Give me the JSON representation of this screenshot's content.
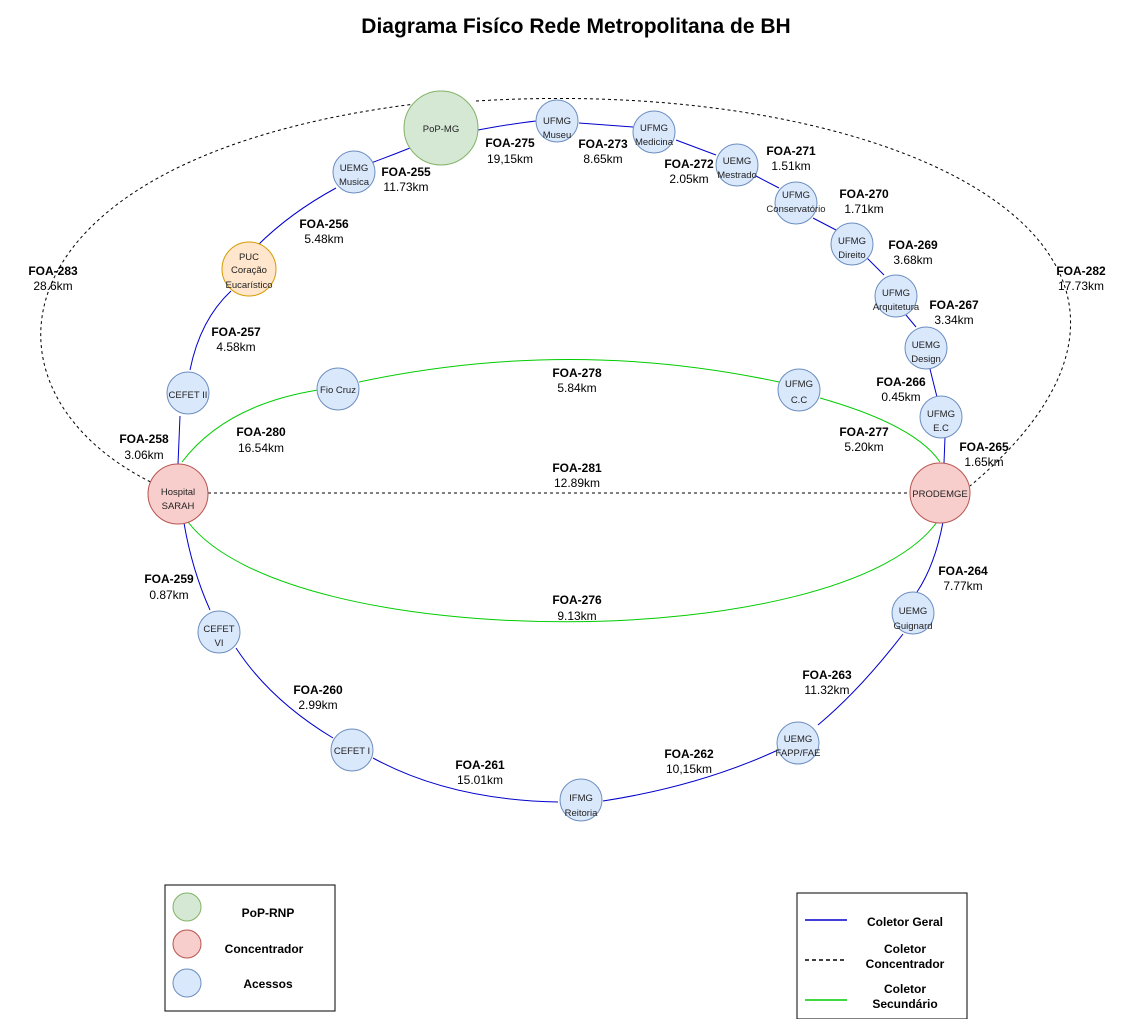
{
  "title": "Diagrama Fisíco Rede Metropolitana de BH",
  "colors": {
    "pop_fill": "#d5e8d4",
    "pop_stroke": "#82b366",
    "conc_fill": "#f8cecc",
    "conc_stroke": "#b85450",
    "acc_fill": "#dae8fc",
    "acc_stroke": "#6c8ebf",
    "puc_fill": "#ffe6cc",
    "puc_stroke": "#d79b00",
    "geral": "#0000cc",
    "secundario": "#00cc00",
    "concentrador": "#000000"
  },
  "nodes": {
    "pop": [
      "PoP-MG"
    ],
    "uemg_musica": [
      "UEMG",
      "Musica"
    ],
    "ufmg_museu": [
      "UFMG",
      "Museu"
    ],
    "ufmg_medicina": [
      "UFMG",
      "Medicina"
    ],
    "uemg_mestrado": [
      "UEMG",
      "Mestrado"
    ],
    "ufmg_conservatorio": [
      "UFMG",
      "Conservatório"
    ],
    "ufmg_direito": [
      "UFMG",
      "Direito"
    ],
    "ufmg_arquitetura": [
      "UFMG",
      "Arquitetura"
    ],
    "uemg_design": [
      "UEMG",
      "Design"
    ],
    "ufmg_ec": [
      "UFMG",
      "E.C"
    ],
    "prodemge": [
      "PRODEMGE"
    ],
    "uemg_guignard": [
      "UEMG",
      "Guignard"
    ],
    "uemg_fapp": [
      "UEMG",
      "FAPP/FAE"
    ],
    "ifmg_reitoria": [
      "IFMG",
      "Reitoria"
    ],
    "cefet_i": [
      "CEFET I"
    ],
    "cefet_vi": [
      "CEFET",
      "VI"
    ],
    "hospital_sarah": [
      "Hospital",
      "SARAH"
    ],
    "cefet_ii": [
      "CEFET II"
    ],
    "puc": [
      "PUC",
      "Coração",
      "Eucarístico"
    ],
    "fio_cruz": [
      "Fio Cruz"
    ],
    "ufmg_cc": [
      "UFMG",
      "C.C"
    ]
  },
  "edges": {
    "foa255": [
      "FOA-255",
      "11.73km"
    ],
    "foa256": [
      "FOA-256",
      "5.48km"
    ],
    "foa257": [
      "FOA-257",
      "4.58km"
    ],
    "foa258": [
      "FOA-258",
      "3.06km"
    ],
    "foa259": [
      "FOA-259",
      "0.87km"
    ],
    "foa260": [
      "FOA-260",
      "2.99km"
    ],
    "foa261": [
      "FOA-261",
      "15.01km"
    ],
    "foa262": [
      "FOA-262",
      "10,15km"
    ],
    "foa263": [
      "FOA-263",
      "11.32km"
    ],
    "foa264": [
      "FOA-264",
      "7.77km"
    ],
    "foa265": [
      "FOA-265",
      "1.65km"
    ],
    "foa266": [
      "FOA-266",
      "0.45km"
    ],
    "foa267": [
      "FOA-267",
      "3.34km"
    ],
    "foa269": [
      "FOA-269",
      "3.68km"
    ],
    "foa270": [
      "FOA-270",
      "1.71km"
    ],
    "foa271": [
      "FOA-271",
      "1.51km"
    ],
    "foa272": [
      "FOA-272",
      "2.05km"
    ],
    "foa273": [
      "FOA-273",
      "8.65km"
    ],
    "foa275": [
      "FOA-275",
      "19,15km"
    ],
    "foa276": [
      "FOA-276",
      "9.13km"
    ],
    "foa277": [
      "FOA-277",
      "5.20km"
    ],
    "foa278": [
      "FOA-278",
      "5.84km"
    ],
    "foa280": [
      "FOA-280",
      "16.54km"
    ],
    "foa281": [
      "FOA-281",
      "12.89km"
    ],
    "foa282": [
      "FOA-282",
      "17.73km"
    ],
    "foa283": [
      "FOA-283",
      "28.6km"
    ]
  },
  "legend_nodes": {
    "pop": "PoP-RNP",
    "concentrador": "Concentrador",
    "acessos": "Acessos"
  },
  "legend_lines": {
    "geral": [
      "Coletor Geral"
    ],
    "concentrador": [
      "Coletor",
      "Concentrador"
    ],
    "secundario": [
      "Coletor",
      "Secundário"
    ]
  }
}
